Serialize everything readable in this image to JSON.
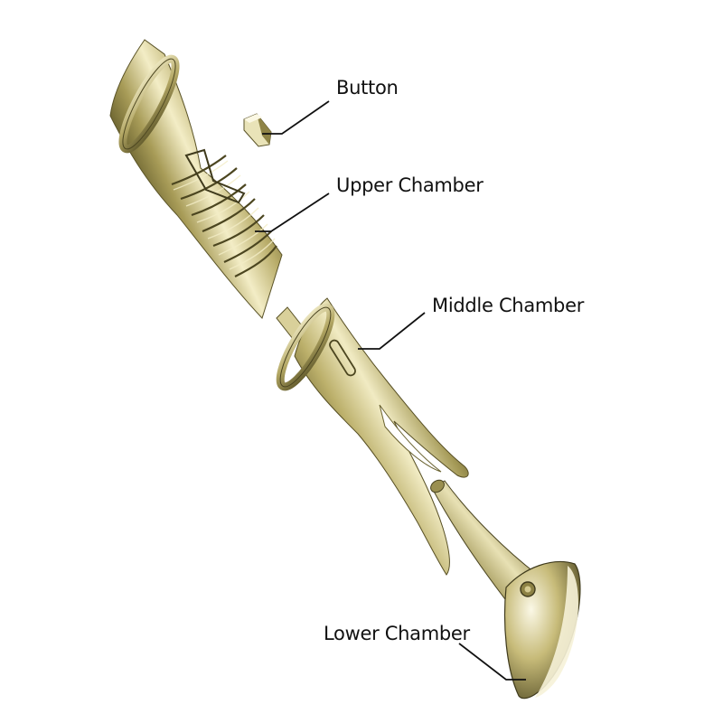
{
  "diagram": {
    "labels": {
      "button": "Button",
      "upper_chamber": "Upper Chamber",
      "middle_chamber": "Middle Chamber",
      "lower_chamber": "Lower Chamber"
    }
  },
  "colors": {
    "brass_light": "#f2ecc2",
    "brass_mid": "#c9bd7a",
    "brass_dark": "#6f6634",
    "brass_shadow": "#3f3a1c",
    "label_text": "#111111",
    "background": "#ffffff"
  }
}
